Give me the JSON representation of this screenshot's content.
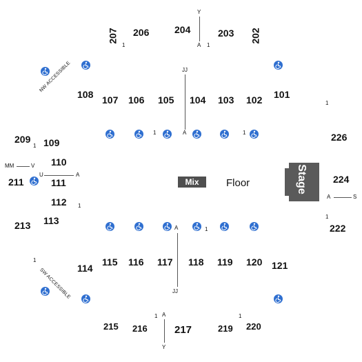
{
  "sections": {
    "s101": "101",
    "s102": "102",
    "s103": "103",
    "s104": "104",
    "s105": "105",
    "s106": "106",
    "s107": "107",
    "s108": "108",
    "s109": "109",
    "s110": "110",
    "s111": "111",
    "s112": "112",
    "s113": "113",
    "s114": "114",
    "s115": "115",
    "s116": "116",
    "s117": "117",
    "s118": "118",
    "s119": "119",
    "s120": "120",
    "s121": "121",
    "s202": "202",
    "s203": "203",
    "s204": "204",
    "s206": "206",
    "s207": "207",
    "s209": "209",
    "s211": "211",
    "s213": "213",
    "s215": "215",
    "s216": "216",
    "s217": "217",
    "s219": "219",
    "s220": "220",
    "s222": "222",
    "s224": "224",
    "s226": "226"
  },
  "markers": {
    "one": "1",
    "a": "A",
    "y": "Y",
    "jj": "JJ",
    "mm": "MM",
    "v": "V",
    "u": "U",
    "s": "S"
  },
  "labels": {
    "floor": "Floor",
    "mix": "Mix",
    "stage": "Stage",
    "nw_accessible": "NW ACCESSIBLE",
    "sw_accessible": "SW ACCESSIBLE"
  },
  "icons": {
    "accessible": "wheelchair-icon"
  },
  "colors": {
    "accessible": "#2f6fd0",
    "stage": "#5a5a5a",
    "mix": "#4f4f4f"
  }
}
